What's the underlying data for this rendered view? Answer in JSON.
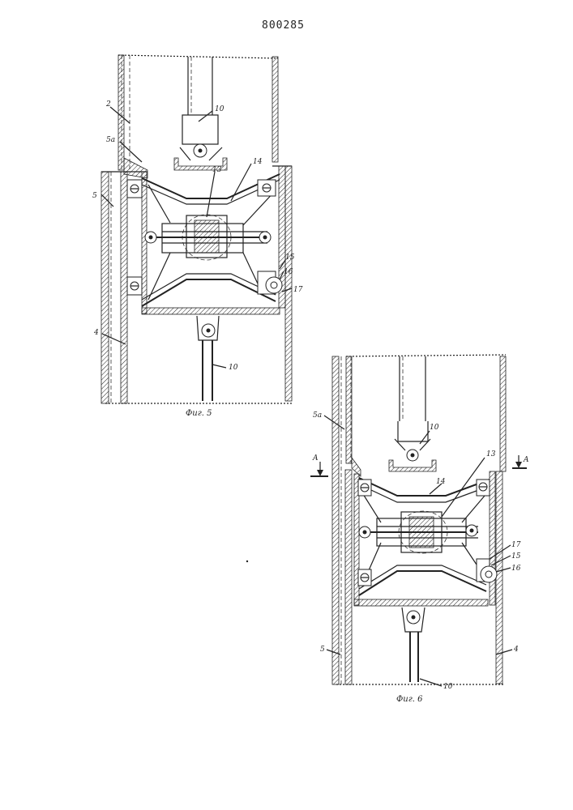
{
  "document": {
    "patent_number": "800285"
  },
  "fig5": {
    "caption": "Фиг. 5",
    "labels": {
      "l2": "2",
      "l5a": "5a",
      "l5": "5",
      "l4": "4",
      "l10_top": "10",
      "l10_bottom": "10",
      "l13": "13",
      "l14": "14",
      "l15": "15",
      "l16": "16",
      "l17": "17"
    }
  },
  "fig6": {
    "caption": "Фиг. 6",
    "labels": {
      "l5a": "5a",
      "l5": "5",
      "l4": "4",
      "l10_top": "10",
      "l10_bottom": "10",
      "l13": "13",
      "l14": "14",
      "l15": "15",
      "l16": "16",
      "l17": "17",
      "section_left": "A",
      "section_right": "A"
    }
  }
}
